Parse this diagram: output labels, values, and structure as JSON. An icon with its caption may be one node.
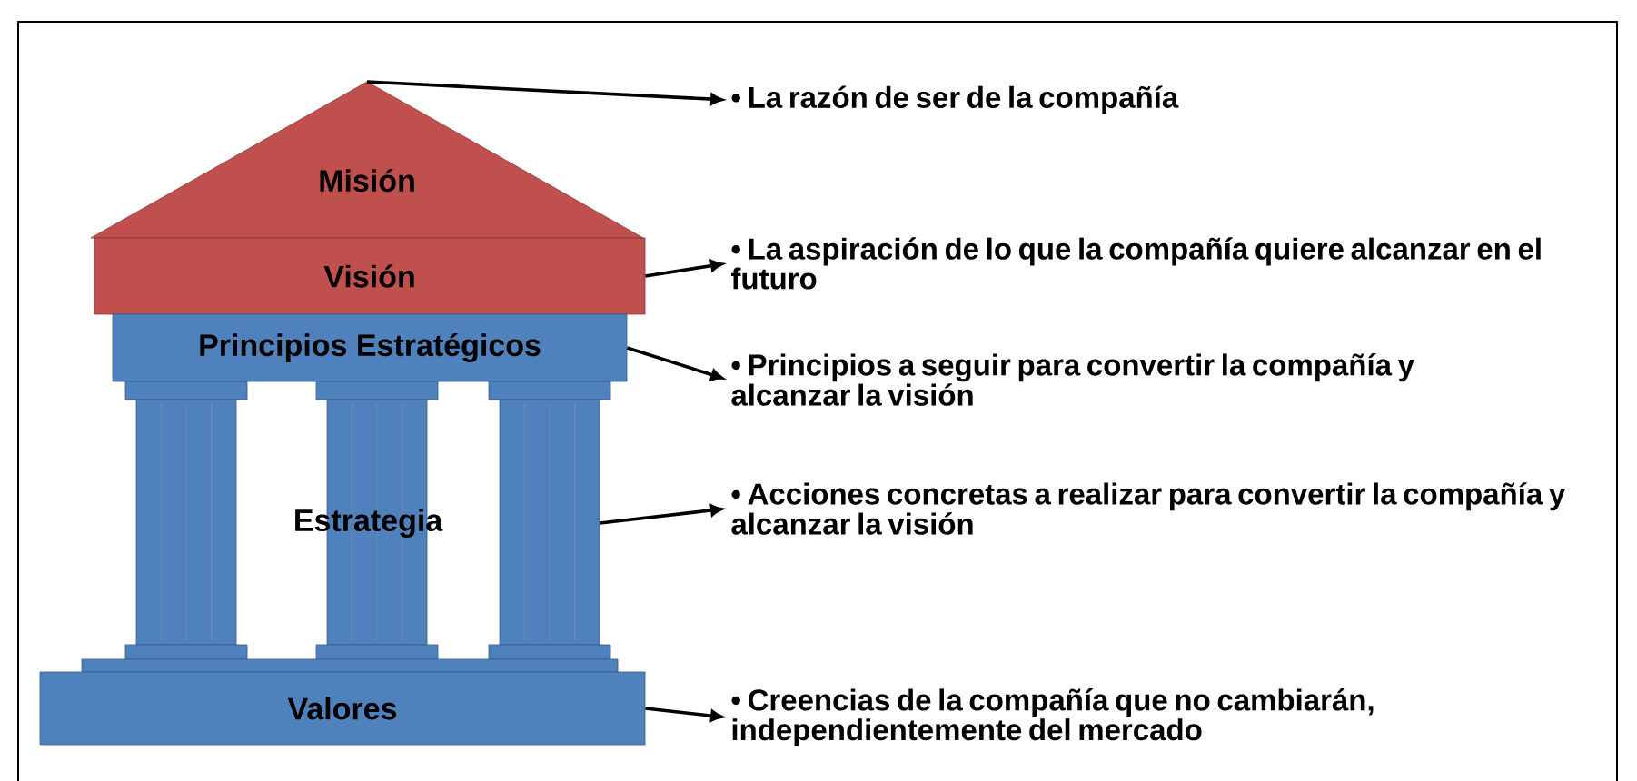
{
  "diagram": {
    "nodes": [
      {
        "text": [
          "Misión"
        ]
      },
      {
        "text": [
          "Visión"
        ]
      },
      {
        "text": [
          "Principios Estratégicos"
        ]
      },
      {
        "text": [
          "Estrategia"
        ]
      },
      {
        "text": [
          "Valores"
        ]
      },
      {
        "text": [
          "• La razón de ser de la compañía"
        ]
      },
      {
        "text": [
          "• La aspiración de lo que la compañía quiere alcanzar en el futuro"
        ]
      },
      {
        "text": [
          "• Principios a seguir para convertir la compañía y alcanzar la visión"
        ]
      },
      {
        "text": [
          "• Acciones concretas a realizar para convertir la compañía y alcanzar la visión"
        ]
      },
      {
        "text": [
          "• Creencias de la compañía que no cambiarán, independientemente del mercado"
        ]
      }
    ],
    "edges": [
      {
        "from": 0,
        "to": 5,
        "arrow": "to"
      },
      {
        "from": 1,
        "to": 6,
        "arrow": "to"
      },
      {
        "from": 2,
        "to": 7,
        "arrow": "to"
      },
      {
        "from": 3,
        "to": 8,
        "arrow": "to"
      },
      {
        "from": 4,
        "to": 9,
        "arrow": "to"
      }
    ]
  }
}
